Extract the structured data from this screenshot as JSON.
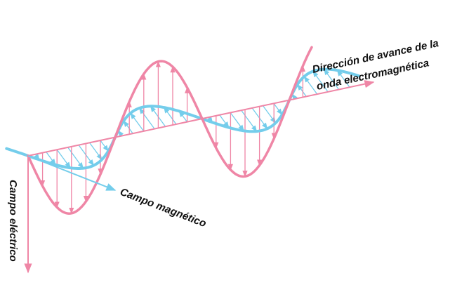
{
  "labels": {
    "propagation_line1": "Dirección de avance de la",
    "propagation_line2": "onda electromagnética",
    "magnetic_field": "Campo magnético",
    "electric_field": "Campo eléctrico"
  },
  "colors": {
    "electric": "#ef86a6",
    "magnetic": "#74cdeb",
    "text": "#111111",
    "background": "#ffffff"
  }
}
